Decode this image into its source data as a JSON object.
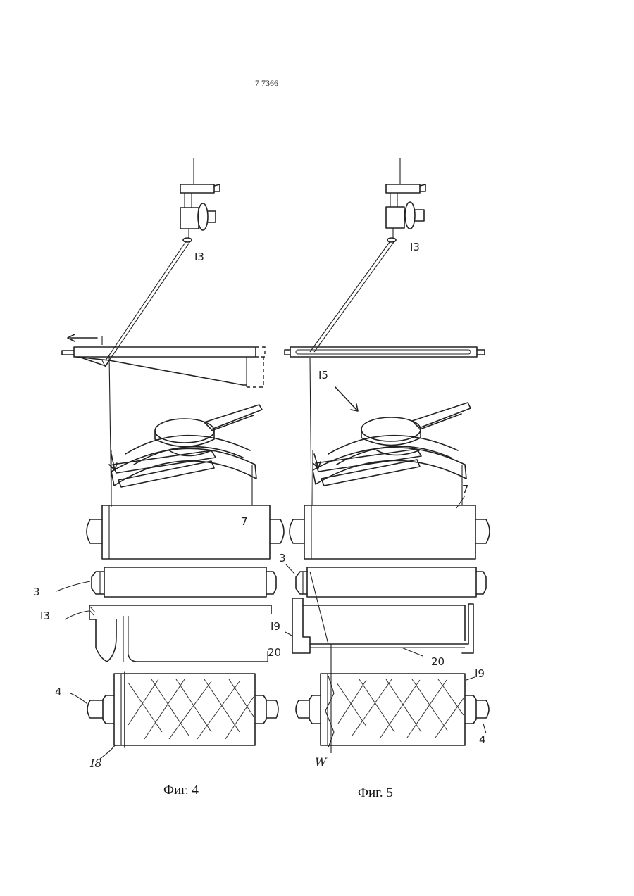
{
  "page_number": "7 7366",
  "figure4": {
    "caption": "Фиг. 4",
    "labels": {
      "guide": "I3",
      "roller": "7",
      "rod": "3",
      "tray": "I3",
      "channel": "20",
      "bobbin": "4",
      "cut": "I8"
    }
  },
  "figure5": {
    "caption": "Фиг. 5",
    "labels": {
      "guide": "I3",
      "arrow": "I5",
      "roller": "7",
      "rod": "3",
      "tray": "I9",
      "channel": "20",
      "package": "I9",
      "bobbin": "4",
      "yarn": "W"
    }
  }
}
